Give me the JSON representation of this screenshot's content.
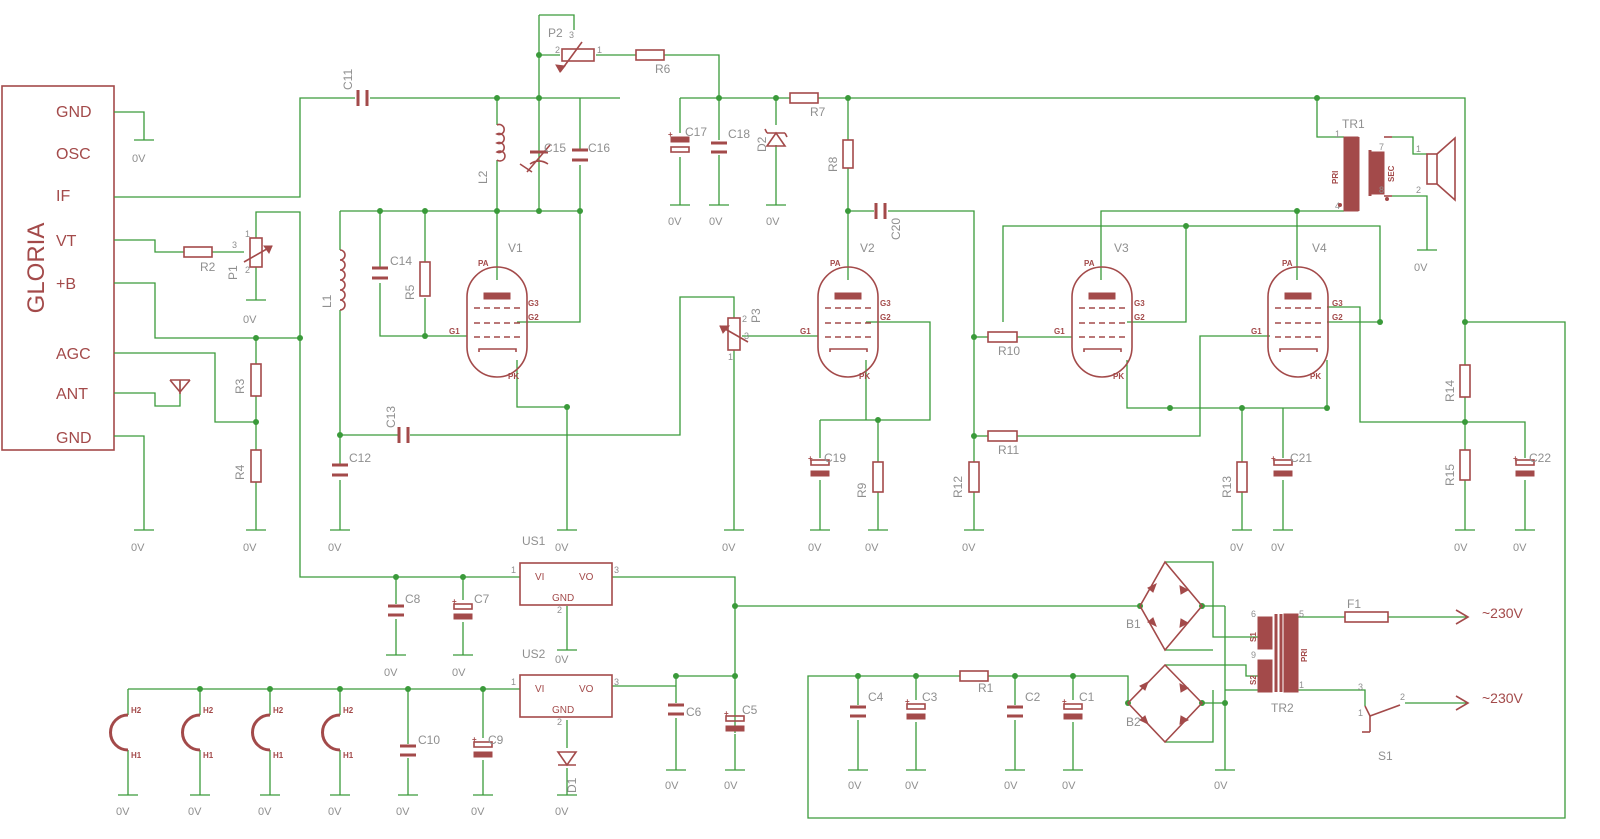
{
  "module": {
    "title": "GLORIA",
    "pins": [
      "GND",
      "OSC",
      "IF",
      "VT",
      "+B",
      "AGC",
      "ANT",
      "GND"
    ]
  },
  "ground_label": "0V",
  "resistors": [
    {
      "ref": "R1"
    },
    {
      "ref": "R2"
    },
    {
      "ref": "R3"
    },
    {
      "ref": "R4"
    },
    {
      "ref": "R5"
    },
    {
      "ref": "R6"
    },
    {
      "ref": "R7"
    },
    {
      "ref": "R8"
    },
    {
      "ref": "R9"
    },
    {
      "ref": "R10"
    },
    {
      "ref": "R11"
    },
    {
      "ref": "R12"
    },
    {
      "ref": "R13"
    },
    {
      "ref": "R14"
    },
    {
      "ref": "R15"
    }
  ],
  "capacitors": [
    "C1",
    "C2",
    "C3",
    "C4",
    "C5",
    "C6",
    "C7",
    "C8",
    "C9",
    "C10",
    "C11",
    "C12",
    "C13",
    "C14",
    "C15",
    "C16",
    "C17",
    "C18",
    "C19",
    "C20",
    "C21",
    "C22"
  ],
  "potentiometers": [
    "P1",
    "P2",
    "P3"
  ],
  "inductors": [
    "L1",
    "L2"
  ],
  "tubes": [
    {
      "ref": "V1",
      "pins": {
        "pa": "PA",
        "g3": "G3",
        "g2": "G2",
        "g1": "G1",
        "pk": "PK"
      }
    },
    {
      "ref": "V2",
      "pins": {
        "pa": "PA",
        "g3": "G3",
        "g2": "G2",
        "g1": "G1",
        "pk": "PK"
      }
    },
    {
      "ref": "V3",
      "pins": {
        "pa": "PA",
        "g3": "G3",
        "g2": "G2",
        "g1": "G1",
        "pk": "PK"
      }
    },
    {
      "ref": "V4",
      "pins": {
        "pa": "PA",
        "g3": "G3",
        "g2": "G2",
        "g1": "G1",
        "pk": "PK"
      }
    }
  ],
  "regulators": [
    {
      "ref": "US1",
      "vi": "VI",
      "vo": "VO",
      "gnd": "GND"
    },
    {
      "ref": "US2",
      "vi": "VI",
      "vo": "VO",
      "gnd": "GND"
    }
  ],
  "diodes": [
    "D1",
    "D2"
  ],
  "bridges": [
    "B1",
    "B2"
  ],
  "heaters": {
    "h1": "H1",
    "h2": "H2"
  },
  "output_transformer": {
    "ref": "TR1",
    "pri": "PRI",
    "sec": "SEC"
  },
  "power_transformer": {
    "ref": "TR2",
    "pri": "PRI",
    "s1": "S1",
    "s2": "S2"
  },
  "fuse": "F1",
  "switch": "S1",
  "mains": [
    "~230V",
    "~230V"
  ]
}
